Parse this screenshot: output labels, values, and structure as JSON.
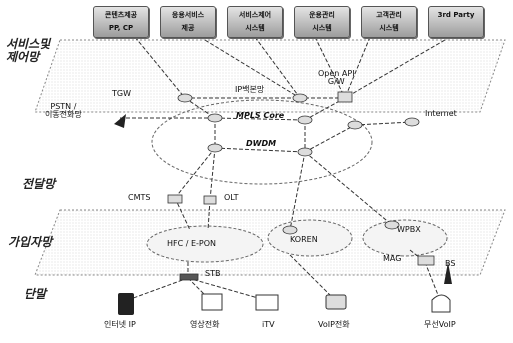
{
  "layers": {
    "service": [
      "서비스및",
      "제어망"
    ],
    "transport": "전달망",
    "access": "가입자망",
    "terminal": "단말"
  },
  "service_boxes": [
    [
      "콘텐츠제공",
      "PP, CP"
    ],
    [
      "응용서비스",
      "제공"
    ],
    [
      "서비스제어",
      "시스템"
    ],
    [
      "운용관리",
      "시스템"
    ],
    [
      "고객관리",
      "시스템"
    ],
    [
      "3rd Party"
    ]
  ],
  "nodes": {
    "tgw": "TGW",
    "pstn": [
      "PSTN /",
      "이동전화망"
    ],
    "ip_backbone": "IP백본망",
    "open_api": [
      "Open API",
      "G/W"
    ],
    "mpls": "MPLS Core",
    "dwdm": "DWDM",
    "internet": "Internet",
    "cmts": "CMTS",
    "olt": "OLT",
    "hfc": "HFC / E-PON",
    "koren": "KOREN",
    "wpbx": "WPBX",
    "mag": "MAG",
    "bs": "BS",
    "stb": "STB"
  },
  "terminals": {
    "internet_ip": "인터넷 IP",
    "video_call": "영상전화",
    "itv": "iTV",
    "voip": "VoIP전화",
    "wireless_voip": "무선VoIP"
  }
}
